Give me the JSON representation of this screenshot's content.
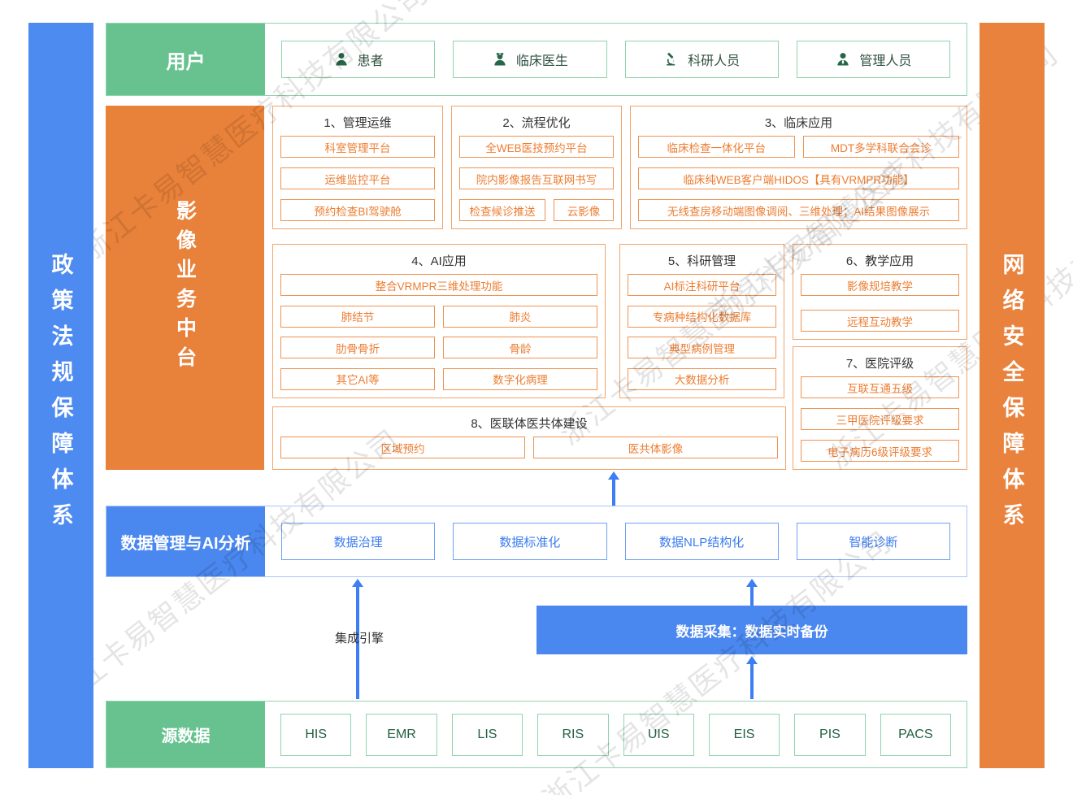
{
  "watermark_text": "浙江卡易智慧医疗科技有限公司",
  "left_bar_label": "政策法规保障体系",
  "right_bar_label": "网络安全保障体系",
  "users": {
    "label": "用户",
    "items": [
      "患者",
      "临床医生",
      "科研人员",
      "管理人员"
    ]
  },
  "platform": {
    "label": "影像业务中台",
    "s1": {
      "title": "1、管理运维",
      "items": [
        "科室管理平台",
        "运维监控平台",
        "预约检查BI驾驶舱"
      ]
    },
    "s2": {
      "title": "2、流程优化",
      "items": [
        "全WEB医技预约平台",
        "院内影像报告互联网书写",
        "检查候诊推送",
        "云影像"
      ]
    },
    "s3": {
      "title": "3、临床应用",
      "items": [
        "临床检查一体化平台",
        "MDT多学科联合会诊",
        "临床纯WEB客户端HIDOS【具有VRMPR功能】",
        "无线查房移动端图像调阅、三维处理；AI结果图像展示"
      ]
    },
    "s4": {
      "title": "4、AI应用",
      "items": [
        "整合VRMPR三维处理功能",
        "肺结节",
        "肺炎",
        "肋骨骨折",
        "骨龄",
        "其它AI等",
        "数字化病理"
      ]
    },
    "s5": {
      "title": "5、科研管理",
      "items": [
        "AI标注科研平台",
        "专病种结构化数据库",
        "典型病例管理",
        "大数据分析"
      ]
    },
    "s6": {
      "title": "6、教学应用",
      "items": [
        "影像规培教学",
        "远程互动教学"
      ]
    },
    "s7": {
      "title": "7、医院评级",
      "items": [
        "互联互通五级",
        "三甲医院评级要求",
        "电子病历6级评级要求"
      ]
    },
    "s8": {
      "title": "8、医联体医共体建设",
      "items": [
        "区域预约",
        "医共体影像"
      ]
    }
  },
  "data_mgmt": {
    "label": "数据管理与AI分析",
    "items": [
      "数据治理",
      "数据标准化",
      "数据NLP结构化",
      "智能诊断"
    ]
  },
  "flow": {
    "integration_engine": "集成引擎",
    "data_collection": "数据采集：数据实时备份"
  },
  "source": {
    "label": "源数据",
    "items": [
      "HIS",
      "EMR",
      "LIS",
      "RIS",
      "UIS",
      "EIS",
      "PIS",
      "PACS"
    ]
  },
  "colors": {
    "green": "#67c28f",
    "green_border": "#8fd4ad",
    "green_text": "#1f5f40",
    "orange": "#e8813a",
    "orange_border": "#ef9350",
    "orange_text": "#ed7d31",
    "blue": "#4a87ee",
    "blue_border": "#6fa1f2",
    "blue_text": "#3c7df0",
    "arrow_blue": "#3d7ef5",
    "bar_blue": "#4e8bf0",
    "bar_orange": "#e8823c"
  }
}
